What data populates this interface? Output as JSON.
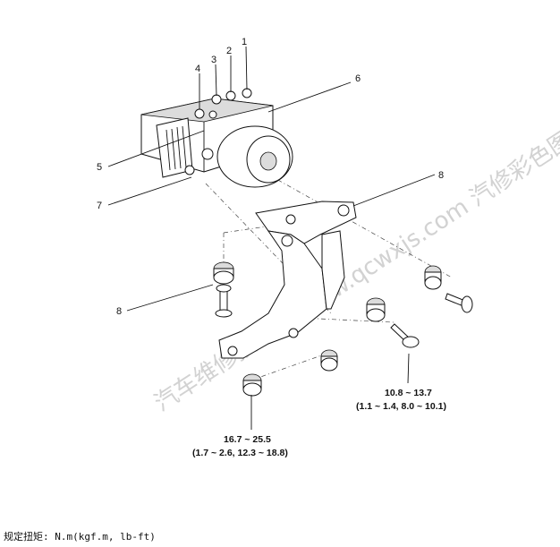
{
  "callouts": {
    "c1": "1",
    "c2": "2",
    "c3": "3",
    "c4": "4",
    "c5": "5",
    "c6": "6",
    "c7": "7",
    "c8": "8",
    "c9": "8"
  },
  "torques": {
    "right_line1": "10.8 ~ 13.7",
    "right_line2": "(1.1 ~ 1.4, 8.0 ~ 10.1)",
    "bottom_line1": "16.7 ~ 25.5",
    "bottom_line2": "(1.7 ~ 2.6, 12.3 ~ 18.8)"
  },
  "spec_note": "规定扭矩: N.m(kgf.m, lb-ft)",
  "watermark": "汽车维修技术网 www.qcwxjs.com 汽修彩色图"
}
